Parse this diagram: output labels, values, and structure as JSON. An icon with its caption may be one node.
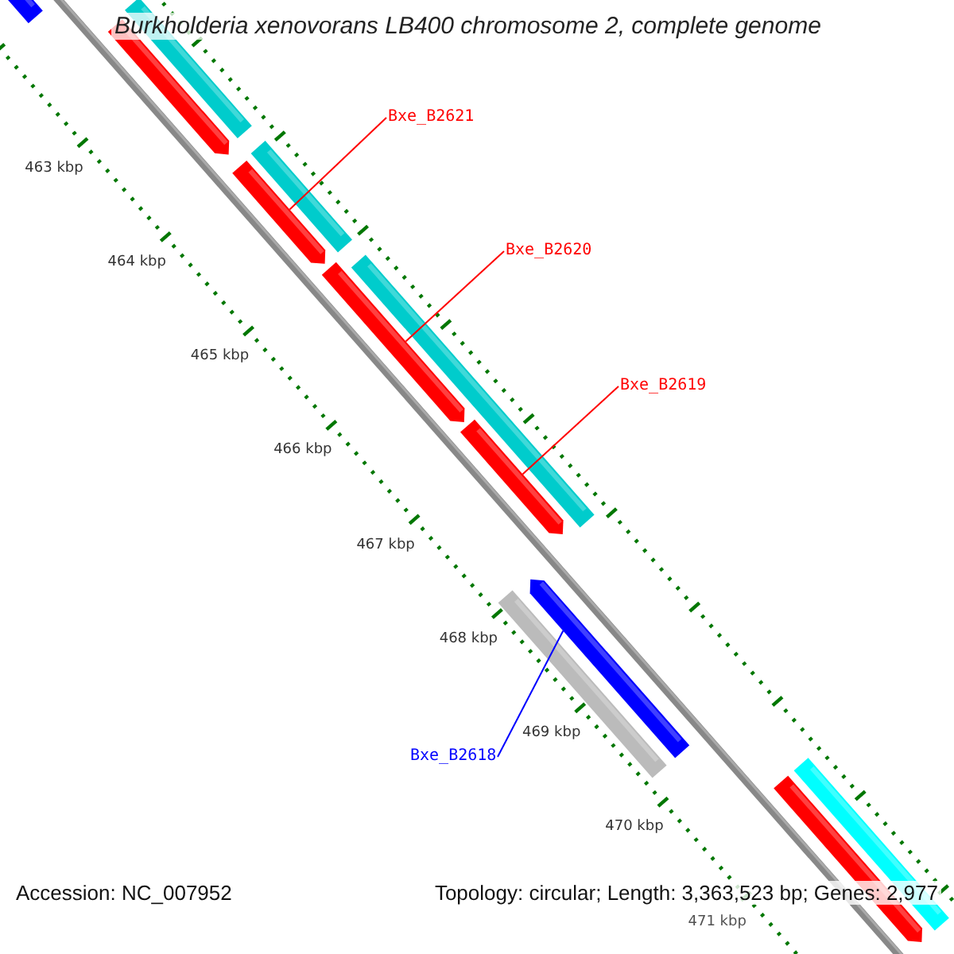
{
  "diagram": {
    "title": "Burkholderia xenovorans LB400 chromosome 2, complete genome",
    "nodes": [
      {
        "text": [
          "Bxe_B2621"
        ]
      },
      {
        "text": [
          "Bxe_B2620"
        ]
      },
      {
        "text": [
          "Bxe_B2619"
        ]
      },
      {
        "text": [
          "Bxe_B2618"
        ]
      },
      {
        "text": [],
        "shape": "bar"
      },
      {
        "text": [],
        "shape": "bar"
      },
      {
        "text": [],
        "shape": "bar"
      },
      {
        "text": [],
        "shape": "bar"
      },
      {
        "text": [],
        "shape": "bar"
      },
      {
        "text": [],
        "shape": "bar"
      },
      {
        "text": [],
        "shape": "bar"
      },
      {
        "text": [],
        "shape": "bar"
      },
      {
        "text": [],
        "shape": "bar"
      },
      {
        "text": [],
        "shape": "bar"
      },
      {
        "text": [],
        "shape": "bar"
      },
      {
        "text": [],
        "shape": "bar"
      }
    ],
    "edges": [
      {
        "from": 0,
        "to": 7,
        "arrow": "none"
      },
      {
        "from": 1,
        "to": 9,
        "arrow": "none"
      },
      {
        "from": 2,
        "to": 11,
        "arrow": "none"
      },
      {
        "from": 3,
        "to": 12,
        "arrow": "none",
        "color": "#0000ff"
      }
    ],
    "labels": [
      "463 kbp",
      "464 kbp",
      "465 kbp",
      "466 kbp",
      "467 kbp",
      "468 kbp",
      "469 kbp",
      "470 kbp",
      "471 kbp",
      "Accession: NC_007952",
      "Topology: circular; Length: 3,363,523 bp; Genes: 2,977"
    ]
  }
}
